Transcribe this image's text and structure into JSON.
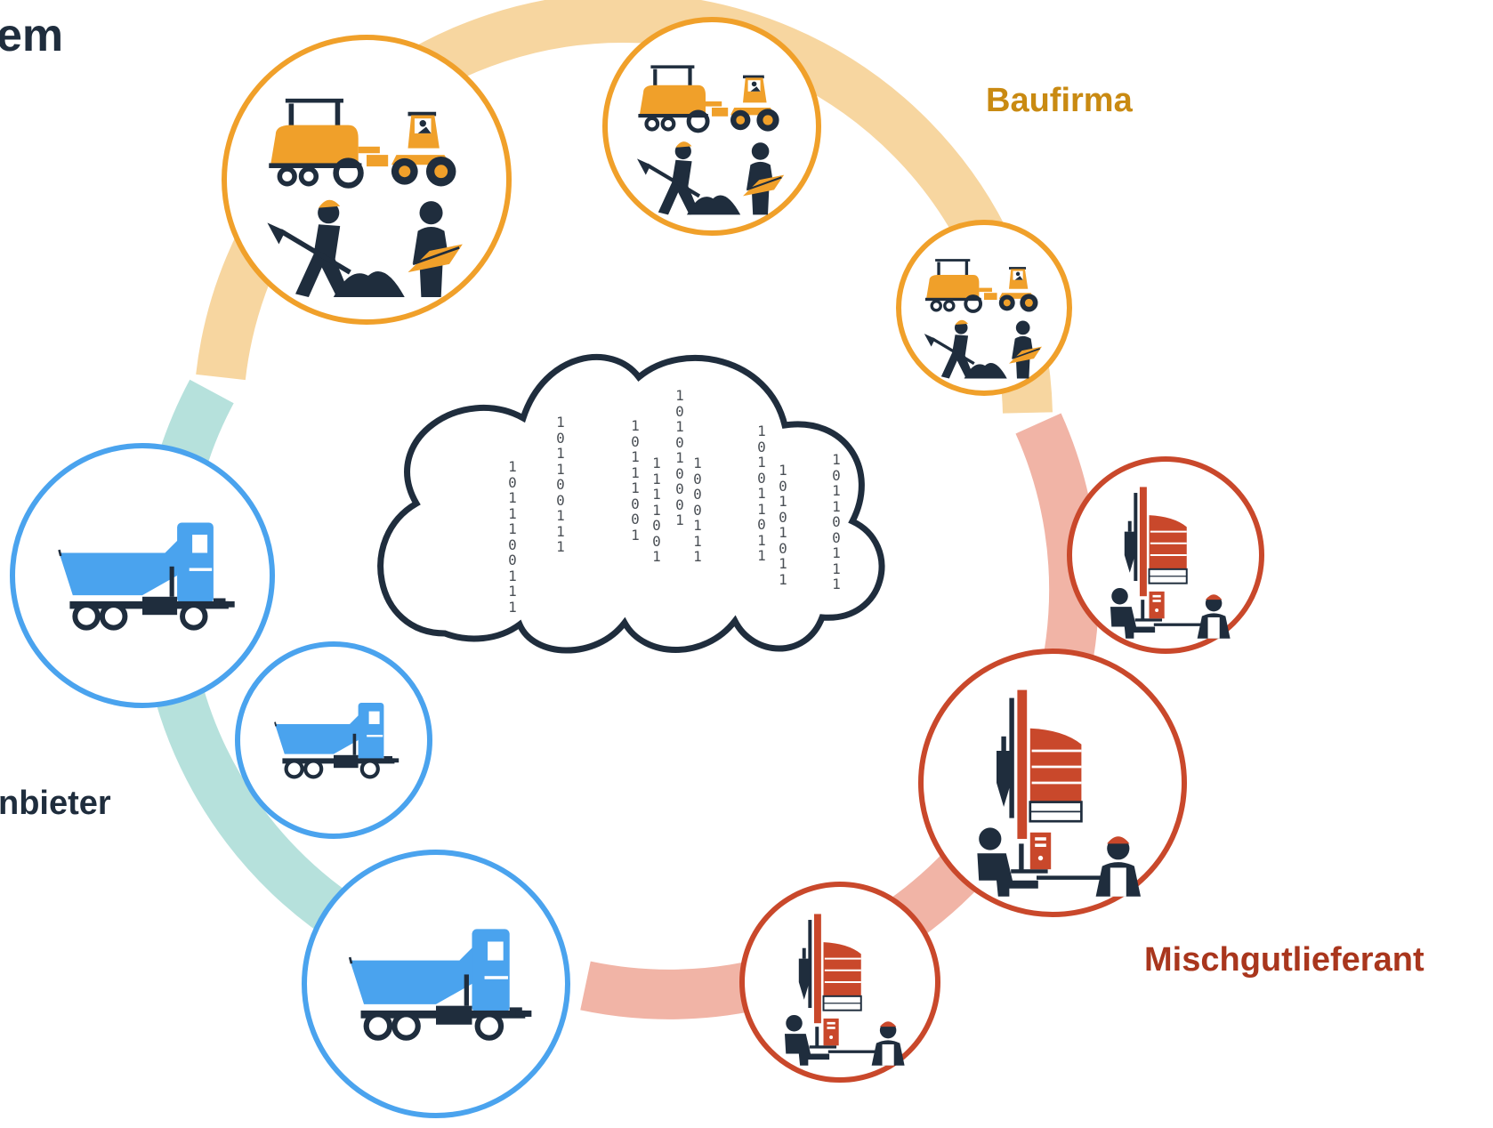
{
  "title_fragment": "em",
  "groups": {
    "baufirma": {
      "label": "Baufirma",
      "color": "#f0a02a"
    },
    "anbieter": {
      "label": "nbieter",
      "color": "#4aa3ee"
    },
    "mischgutlieferant": {
      "label": "Mischgutlieferant",
      "color": "#c9482b"
    }
  },
  "colors": {
    "ring_orange": "#f7d6a0",
    "ring_teal": "#b6e1dc",
    "ring_red": "#f1b4a6",
    "dark_icon": "#1f2d3d",
    "cloud_outline": "#1f2d3d"
  },
  "cloud": {
    "columns": [
      "1011100111",
      "101100111",
      "10111001",
      "1111001",
      "101010001",
      "1000111",
      "101011011",
      "10101011",
      "101100111"
    ]
  }
}
